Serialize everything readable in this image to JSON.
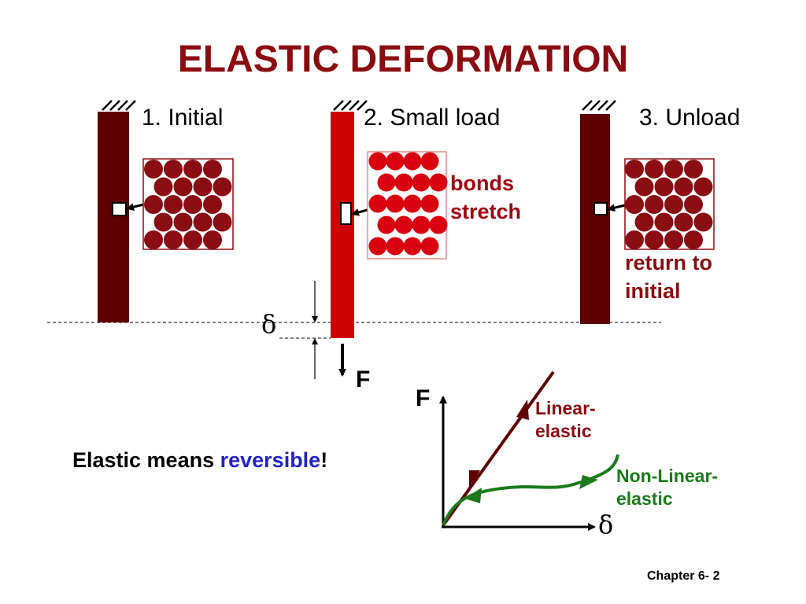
{
  "title": "ELASTIC DEFORMATION",
  "steps": [
    {
      "label": "1. Initial"
    },
    {
      "label": "2. Small load"
    },
    {
      "label": "3. Unload"
    }
  ],
  "annotations": {
    "bonds_line1": "bonds",
    "bonds_line2": "stretch",
    "return_line1": "return to",
    "return_line2": "initial",
    "delta_symbol": "δ",
    "force_symbol": "F"
  },
  "note": {
    "prefix": "Elastic means ",
    "highlight": "reversible",
    "suffix": "!"
  },
  "graph": {
    "y_axis_label": "F",
    "x_axis_label": "δ",
    "linear_line1": "Linear-",
    "linear_line2": "elastic",
    "nonlinear_line1": "Non-Linear-",
    "nonlinear_line2": "elastic"
  },
  "footer": "Chapter 6- 2",
  "colors": {
    "dark_red": "#5e0000",
    "bright_red": "#cc0000",
    "title_red": "#8b0c10",
    "atom_dark": "#8b0d14",
    "atom_bright": "#d9000f",
    "nonlinear_green": "#1a7a1a",
    "accent_blue": "#2323c8"
  }
}
